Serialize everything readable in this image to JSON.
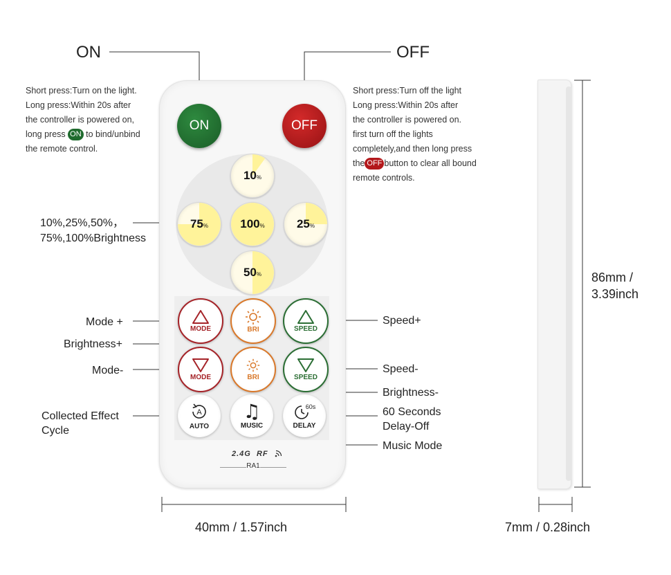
{
  "callouts": {
    "on": "ON",
    "off": "OFF",
    "brightness_levels": [
      "10%,25%,50%，",
      "75%,100%Brightness"
    ],
    "mode_plus": "Mode +",
    "brightness_plus": "Brightness+",
    "mode_minus": "Mode-",
    "collected_effect": [
      "Collected Effect",
      "Cycle"
    ],
    "speed_plus": "Speed+",
    "speed_minus": "Speed-",
    "brightness_minus": "Brightness-",
    "delay": [
      "60 Seconds",
      "Delay-Off"
    ],
    "music_mode": "Music Mode"
  },
  "on_note": {
    "line1": "Short press:Turn on the light.",
    "line2": "Long press:Within 20s after",
    "line3": "the controller is powered on,",
    "line4_pre": "long press",
    "line4_chip": "ON",
    "line4_post": "to bind/unbind",
    "line5": "the remote control."
  },
  "off_note": {
    "line1": "Short press:Turn off the light",
    "line2": "Long press:Within 20s after",
    "line3": "the controller is powered on.",
    "line4": "first turn off the lights",
    "line5": "completely,and then long press",
    "line6_pre": "the",
    "line6_chip": "OFF",
    "line6_post": "button to clear all bound",
    "line7": "remote controls."
  },
  "remote": {
    "on_label": "ON",
    "off_label": "OFF",
    "brightness": {
      "b10": {
        "value": "10",
        "unit": "%",
        "fill": 0.1
      },
      "b25": {
        "value": "25",
        "unit": "%",
        "fill": 0.25
      },
      "b50": {
        "value": "50",
        "unit": "%",
        "fill": 0.5
      },
      "b75": {
        "value": "75",
        "unit": "%",
        "fill": 0.75
      },
      "b100": {
        "value": "100",
        "unit": "%",
        "fill": 1.0
      }
    },
    "mode_label": "MODE",
    "bri_label": "BRI",
    "speed_label": "SPEED",
    "auto_label": "AUTO",
    "music_label": "MUSIC",
    "delay_label": "DELAY",
    "delay_badge": "60s",
    "auto_glyph": "A",
    "music_glyph": "♫",
    "rf_text": "2.4G  RF",
    "model": "RA1"
  },
  "dimensions": {
    "width": "40mm / 1.57inch",
    "height": [
      "86mm /",
      "3.39inch"
    ],
    "thickness": "7mm / 0.28inch"
  },
  "colors": {
    "on_green": "#1f6b2e",
    "off_red": "#b3181b",
    "mode_red": "#a52328",
    "bri_orange": "#d9782a",
    "speed_green": "#2b6e34",
    "warm_fill": "#fff39a"
  },
  "icons": {
    "mode_plus": "triangle-up-icon",
    "mode_minus": "triangle-down-icon",
    "bri": "sun-icon",
    "auto": "cycle-icon",
    "music": "music-note-icon",
    "delay": "timer-icon",
    "rf": "signal-icon"
  }
}
